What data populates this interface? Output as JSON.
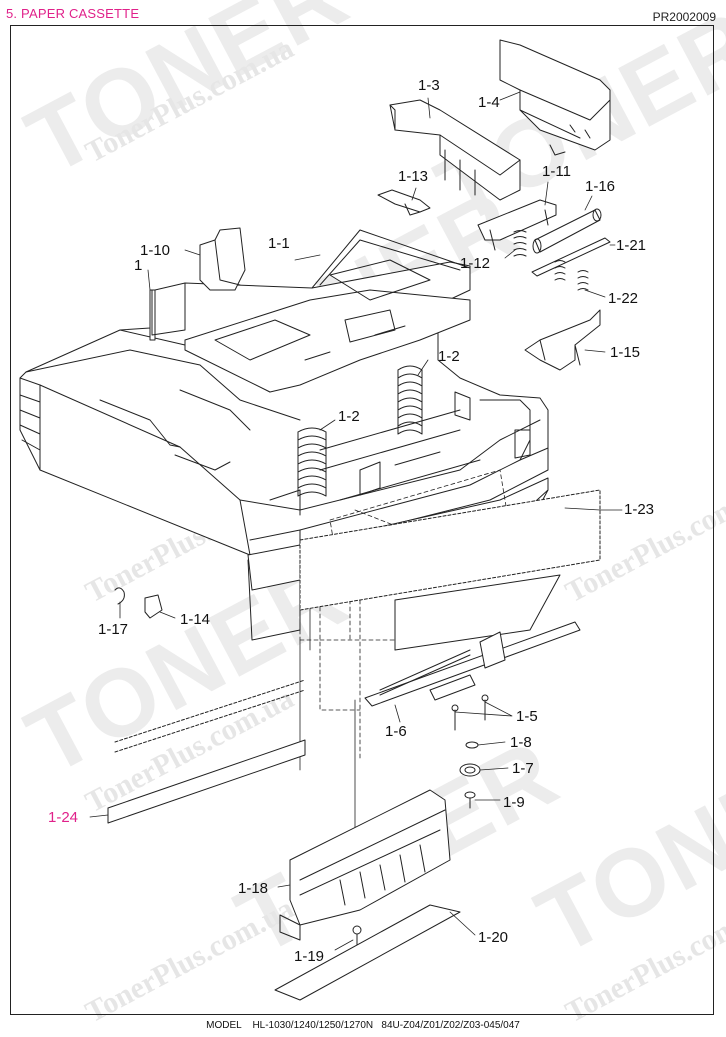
{
  "header": {
    "section_title": "5. PAPER CASSETTE",
    "code": "PR2002009"
  },
  "footer": {
    "text": "MODEL    HL-1030/1240/1250/1270N   84U-Z04/Z01/Z02/Z03-045/047"
  },
  "watermark": {
    "big": "TONER",
    "small": "TonerPlus.com.ua"
  },
  "colors": {
    "header_accent": "#e0218a",
    "line": "#222222",
    "highlight_label": "#e0218a"
  },
  "labels": {
    "p1": "1",
    "p1_1": "1-1",
    "p1_2a": "1-2",
    "p1_2b": "1-2",
    "p1_3": "1-3",
    "p1_4": "1-4",
    "p1_5": "1-5",
    "p1_6": "1-6",
    "p1_7": "1-7",
    "p1_8": "1-8",
    "p1_9": "1-9",
    "p1_10": "1-10",
    "p1_11": "1-11",
    "p1_12": "1-12",
    "p1_13": "1-13",
    "p1_14": "1-14",
    "p1_15": "1-15",
    "p1_16": "1-16",
    "p1_17": "1-17",
    "p1_18": "1-18",
    "p1_19": "1-19",
    "p1_20": "1-20",
    "p1_21": "1-21",
    "p1_22": "1-22",
    "p1_23": "1-23",
    "p1_24": "1-24"
  }
}
